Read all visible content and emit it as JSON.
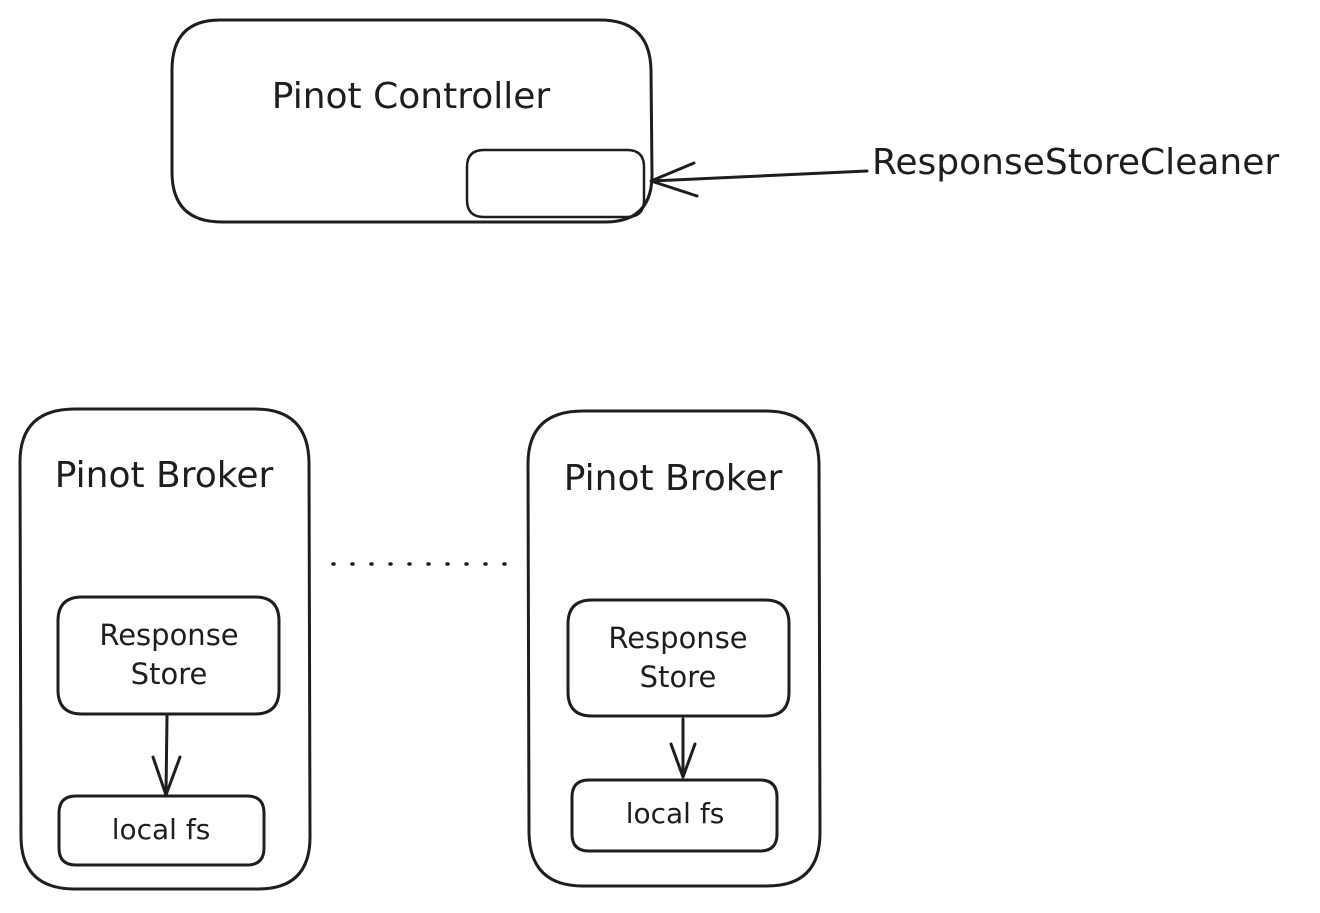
{
  "controller": {
    "title": "Pinot Controller"
  },
  "cleaner": {
    "label": "ResponseStoreCleaner"
  },
  "brokers": [
    {
      "title": "Pinot Broker",
      "response_store": [
        "Response",
        "Store"
      ],
      "storage": "local fs"
    },
    {
      "title": "Pinot Broker",
      "response_store": [
        "Response",
        "Store"
      ],
      "storage": "local fs"
    }
  ],
  "colors": {
    "stroke": "#1e1e1e",
    "background": "#ffffff"
  }
}
